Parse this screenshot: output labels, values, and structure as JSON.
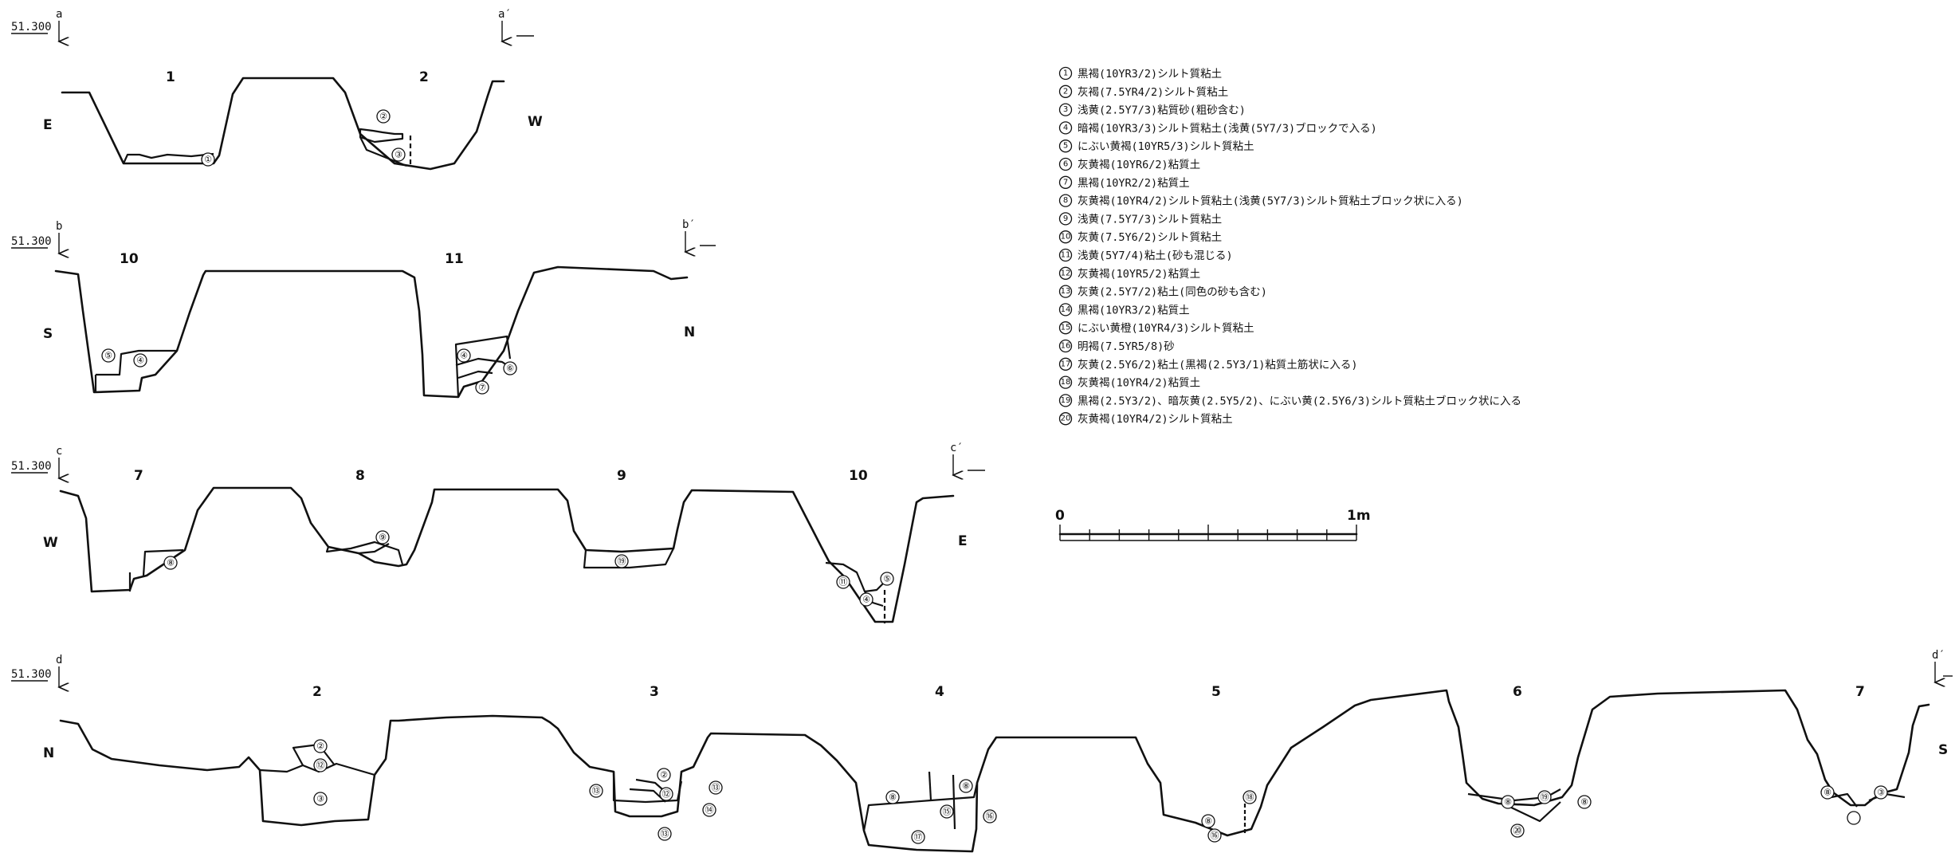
{
  "sections": [
    {
      "id": "a",
      "start": "a",
      "end": "a′",
      "elevation": "51.300",
      "side_left": "E",
      "side_right": "W",
      "pit_labels": [
        "1",
        "2"
      ],
      "layer_markers": [
        "②",
        "③",
        "①"
      ]
    },
    {
      "id": "b",
      "start": "b",
      "end": "b′",
      "elevation": "51.300",
      "side_left": "S",
      "side_right": "N",
      "pit_labels": [
        "10",
        "11"
      ],
      "layer_markers": [
        "⑤",
        "④",
        "④",
        "⑥",
        "⑦"
      ]
    },
    {
      "id": "c",
      "start": "c",
      "end": "c′",
      "elevation": "51.300",
      "side_left": "W",
      "side_right": "E",
      "pit_labels": [
        "7",
        "8",
        "9",
        "10"
      ],
      "layer_markers": [
        "⑧",
        "⑨",
        "⑲",
        "⑪",
        "⑤",
        "④"
      ]
    },
    {
      "id": "d",
      "start": "d",
      "end": "d′",
      "elevation": "51.300",
      "side_left": "N",
      "side_right": "S",
      "pit_labels": [
        "2",
        "3",
        "4",
        "5",
        "6",
        "7"
      ],
      "layer_markers": [
        "②",
        "⑫",
        "③",
        "⑬",
        "②",
        "⑫",
        "⑬",
        "⑭",
        "⑬",
        "⑧",
        "⑮",
        "⑧",
        "⑯",
        "⑰",
        "⑱",
        "⑧",
        "⑯",
        "⑧",
        "⑲",
        "⑧",
        "⑳",
        "⑧",
        "③"
      ]
    }
  ],
  "legend": [
    {
      "num": "1",
      "text": "黒褐(10YR3/2)シルト質粘土"
    },
    {
      "num": "2",
      "text": "灰褐(7.5YR4/2)シルト質粘土"
    },
    {
      "num": "3",
      "text": "浅黄(2.5Y7/3)粘質砂(粗砂含む)"
    },
    {
      "num": "4",
      "text": "暗褐(10YR3/3)シルト質粘土(浅黄(5Y7/3)ブロックで入る)"
    },
    {
      "num": "5",
      "text": "にぶい黄褐(10YR5/3)シルト質粘土"
    },
    {
      "num": "6",
      "text": "灰黄褐(10YR6/2)粘質土"
    },
    {
      "num": "7",
      "text": "黒褐(10YR2/2)粘質土"
    },
    {
      "num": "8",
      "text": "灰黄褐(10YR4/2)シルト質粘土(浅黄(5Y7/3)シルト質粘土ブロック状に入る)"
    },
    {
      "num": "9",
      "text": "浅黄(7.5Y7/3)シルト質粘土"
    },
    {
      "num": "10",
      "text": "灰黄(7.5Y6/2)シルト質粘土"
    },
    {
      "num": "11",
      "text": "浅黄(5Y7/4)粘土(砂も混じる)"
    },
    {
      "num": "12",
      "text": "灰黄褐(10YR5/2)粘質土"
    },
    {
      "num": "13",
      "text": "灰黄(2.5Y7/2)粘土(同色の砂も含む)"
    },
    {
      "num": "14",
      "text": "黒褐(10YR3/2)粘質土"
    },
    {
      "num": "15",
      "text": "にぶい黄橙(10YR4/3)シルト質粘土"
    },
    {
      "num": "16",
      "text": "明褐(7.5YR5/8)砂"
    },
    {
      "num": "17",
      "text": "灰黄(2.5Y6/2)粘土(黒褐(2.5Y3/1)粘質土筋状に入る)"
    },
    {
      "num": "18",
      "text": "灰黄褐(10YR4/2)粘質土"
    },
    {
      "num": "19",
      "text": "黒褐(2.5Y3/2)、暗灰黄(2.5Y5/2)、にぶい黄(2.5Y6/3)シルト質粘土ブロック状に入る"
    },
    {
      "num": "20",
      "text": "灰黄褐(10YR4/2)シルト質粘土"
    }
  ],
  "scale": {
    "start": "0",
    "end": "1m"
  }
}
